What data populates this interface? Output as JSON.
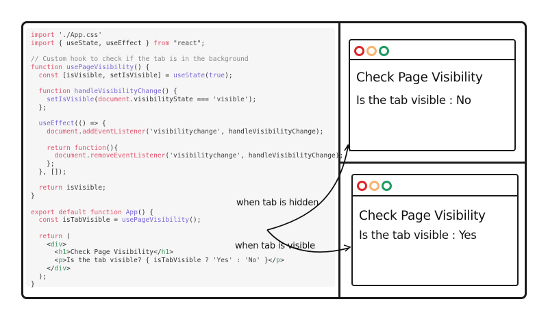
{
  "code": [
    [
      [
        "import ",
        "kw"
      ],
      [
        "'./App.css'",
        "str"
      ]
    ],
    [
      [
        "import ",
        "kw"
      ],
      [
        "{ useState, useEffect } ",
        "pl"
      ],
      [
        "from ",
        "kw"
      ],
      [
        "\"react\";",
        "str"
      ]
    ],
    [],
    [
      [
        "// Custom hook to check if the tab is in the background",
        "cm"
      ]
    ],
    [
      [
        "function ",
        "kw"
      ],
      [
        "usePageVisibility",
        "fn"
      ],
      [
        "() {",
        "pl"
      ]
    ],
    [
      [
        "  const ",
        "kw"
      ],
      [
        "[isVisible, setIsVisible] = ",
        "pl"
      ],
      [
        "useState",
        "fn"
      ],
      [
        "(",
        "pl"
      ],
      [
        "true",
        "fn"
      ],
      [
        ");",
        "pl"
      ]
    ],
    [],
    [
      [
        "  function ",
        "kw"
      ],
      [
        "handleVisibilityChange",
        "fn"
      ],
      [
        "() {",
        "pl"
      ]
    ],
    [
      [
        "    setIsVisible",
        "fn"
      ],
      [
        "(",
        "pl"
      ],
      [
        "document",
        "kw"
      ],
      [
        ".visibilityState === ",
        "pl"
      ],
      [
        "'visible'",
        "str"
      ],
      [
        ");",
        "pl"
      ]
    ],
    [
      [
        "  };",
        "pl"
      ]
    ],
    [],
    [
      [
        "  useEffect",
        "fn"
      ],
      [
        "(() => {",
        "pl"
      ]
    ],
    [
      [
        "    document",
        "kw"
      ],
      [
        ".",
        "pl"
      ],
      [
        "addEventListener",
        "kw"
      ],
      [
        "(",
        "pl"
      ],
      [
        "'visibilitychange'",
        "str"
      ],
      [
        ", handleVisibilityChange);",
        "pl"
      ]
    ],
    [],
    [
      [
        "    return ",
        "kw"
      ],
      [
        "function",
        "kw"
      ],
      [
        "(){",
        "pl"
      ]
    ],
    [
      [
        "      document",
        "kw"
      ],
      [
        ".",
        "pl"
      ],
      [
        "removeEventListener",
        "kw"
      ],
      [
        "(",
        "pl"
      ],
      [
        "'visibilitychange'",
        "str"
      ],
      [
        ", handleVisibilityChange);",
        "pl"
      ]
    ],
    [
      [
        "    };",
        "pl"
      ]
    ],
    [
      [
        "  }, []);",
        "pl"
      ]
    ],
    [],
    [
      [
        "  return ",
        "kw"
      ],
      [
        "isVisible;",
        "pl"
      ]
    ],
    [
      [
        "}",
        "pl"
      ]
    ],
    [],
    [
      [
        "export ",
        "kw"
      ],
      [
        "default ",
        "kw"
      ],
      [
        "function ",
        "kw"
      ],
      [
        "App",
        "fn"
      ],
      [
        "() {",
        "pl"
      ]
    ],
    [
      [
        "  const ",
        "kw"
      ],
      [
        "isTabVisible = ",
        "pl"
      ],
      [
        "usePageVisibility",
        "fn"
      ],
      [
        "();",
        "pl"
      ]
    ],
    [],
    [
      [
        "  return ",
        "kw"
      ],
      [
        "(",
        "pl"
      ]
    ],
    [
      [
        "    <",
        "pl"
      ],
      [
        "div",
        "tag"
      ],
      [
        ">",
        "pl"
      ]
    ],
    [
      [
        "      <",
        "pl"
      ],
      [
        "h1",
        "tag"
      ],
      [
        ">Check Page Visibility</",
        "pl"
      ],
      [
        "h1",
        "tag"
      ],
      [
        ">",
        "pl"
      ]
    ],
    [
      [
        "      <",
        "pl"
      ],
      [
        "p",
        "tag"
      ],
      [
        ">Is the tab visible? { isTabVisible ? ",
        "pl"
      ],
      [
        "'Yes'",
        "str"
      ],
      [
        " : ",
        "pl"
      ],
      [
        "'No'",
        "str"
      ],
      [
        " }</",
        "pl"
      ],
      [
        "p",
        "tag"
      ],
      [
        ">",
        "pl"
      ]
    ],
    [
      [
        "    </",
        "pl"
      ],
      [
        "div",
        "tag"
      ],
      [
        ">",
        "pl"
      ]
    ],
    [
      [
        "  );",
        "pl"
      ]
    ],
    [
      [
        "}",
        "pl"
      ]
    ]
  ],
  "windows": [
    {
      "title": "Check Page Visibility",
      "text": "Is the tab visible : No"
    },
    {
      "title": "Check Page Visibility",
      "text": "Is the tab visible : Yes"
    }
  ],
  "labels": {
    "hidden": "when tab is hidden",
    "visible": "when tab is visible"
  },
  "colors": {
    "dot_red": "#d9262b",
    "dot_orange": "#f6b26b",
    "dot_green": "#1e9a5f",
    "keyword": "#e0556b",
    "function": "#7b68d6",
    "tag": "#3a9a5a"
  }
}
